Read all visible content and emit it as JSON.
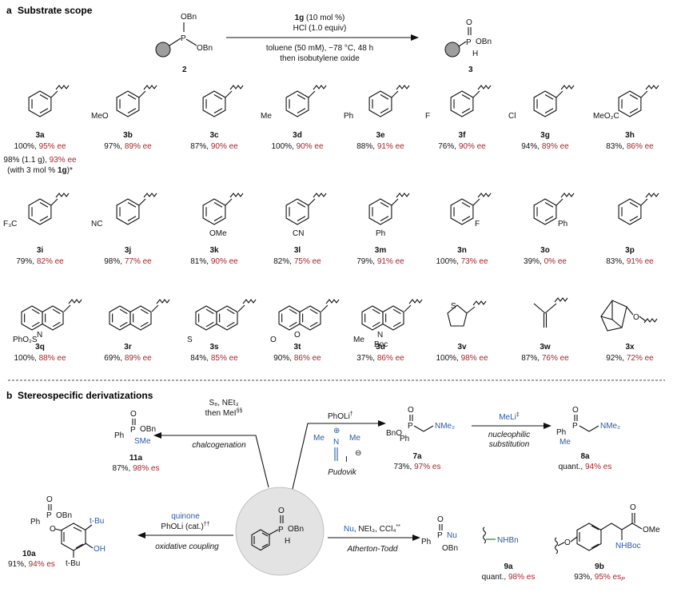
{
  "panel_a": {
    "letter": "a",
    "title": "Substrate scope",
    "reagent_top1": "1g",
    "reagent_top2": " (10 mol %)",
    "reagent_top3": "HCl (1.0 equiv)",
    "cond1": "toluene (50 mM), −78 °C, 48 h",
    "cond2": "then isobutylene oxide",
    "sm_label": "2",
    "prod_label": "3",
    "sm_obn1": "OBn",
    "sm_obn2": "OBn",
    "sm_p": "P",
    "prod_p": "P",
    "prod_o": "O",
    "prod_obn": "OBn",
    "prod_h": "H"
  },
  "row1": [
    {
      "id": "3a",
      "yield": "100%,",
      "ee": "95% ee",
      "sub": ""
    },
    {
      "id": "3b",
      "yield": "97%,",
      "ee": "89% ee",
      "sub": "MeO"
    },
    {
      "id": "3c",
      "yield": "87%,",
      "ee": "90% ee",
      "sub": ""
    },
    {
      "id": "3d",
      "yield": "100%,",
      "ee": "90% ee",
      "sub": "Me"
    },
    {
      "id": "3e",
      "yield": "88%,",
      "ee": "91% ee",
      "sub": "Ph"
    },
    {
      "id": "3f",
      "yield": "76%,",
      "ee": "90% ee",
      "sub": "F"
    },
    {
      "id": "3g",
      "yield": "94%,",
      "ee": "89% ee",
      "sub": "Cl"
    },
    {
      "id": "3h",
      "yield": "83%,",
      "ee": "86% ee",
      "sub": "MeO₂C"
    }
  ],
  "extra_3a": {
    "line1": "98% (1.1 g),",
    "line1_ee": "93% ee",
    "line2a": "(with 3 mol %",
    "line2b": "1g",
    "line2c": ")*"
  },
  "row2": [
    {
      "id": "3i",
      "yield": "79%,",
      "ee": "82% ee",
      "sub": "F₃C"
    },
    {
      "id": "3j",
      "yield": "98%,",
      "ee": "77% ee",
      "sub": "NC"
    },
    {
      "id": "3k",
      "yield": "81%,",
      "ee": "90% ee",
      "sub": "OMe"
    },
    {
      "id": "3l",
      "yield": "82%,",
      "ee": "75% ee",
      "sub": "CN"
    },
    {
      "id": "3m",
      "yield": "79%,",
      "ee": "91% ee",
      "sub": "Ph"
    },
    {
      "id": "3n",
      "yield": "100%,",
      "ee": "73% ee",
      "sub": "F"
    },
    {
      "id": "3o",
      "yield": "39%,",
      "ee": "0% ee",
      "sub": "Ph"
    },
    {
      "id": "3p",
      "yield": "83%,",
      "ee": "91% ee",
      "sub": ""
    }
  ],
  "row3": [
    {
      "id": "3q",
      "yield": "100%,",
      "ee": "88% ee",
      "sub": "PhO₂S",
      "sub2": "N"
    },
    {
      "id": "3r",
      "yield": "69%,",
      "ee": "89% ee",
      "sub": ""
    },
    {
      "id": "3s",
      "yield": "84%,",
      "ee": "85% ee",
      "sub": "S"
    },
    {
      "id": "3t",
      "yield": "90%,",
      "ee": "86% ee",
      "sub": "O",
      "sub2": "O"
    },
    {
      "id": "3u",
      "yield": "37%,",
      "ee": "86% ee",
      "sub": "Me",
      "sub2": "N",
      "sub3": "Boc"
    },
    {
      "id": "3v",
      "yield": "100%,",
      "ee": "98% ee",
      "sub": "S"
    },
    {
      "id": "3w",
      "yield": "87%,",
      "ee": "76% ee",
      "sub": ""
    },
    {
      "id": "3x",
      "yield": "92%,",
      "ee": "72% ee",
      "sub": "O"
    }
  ],
  "panel_b": {
    "letter": "b",
    "title": "Stereospecific derivatizations",
    "center": {
      "p": "P",
      "o": "O",
      "obn": "OBn",
      "h": "H"
    },
    "chalc": {
      "r1": "S₈, NEt₃",
      "r2": "then MeI",
      "r2sup": "§§",
      "label": "chalcogenation"
    },
    "c11a": {
      "id": "11a",
      "yield": "87%,",
      "es": "98% es",
      "ph": "Ph",
      "p": "P",
      "o": "O",
      "obn": "OBn",
      "sme": "SMe"
    },
    "pudovik": {
      "r1": "PhOLi",
      "r1sup": "†",
      "label": "Pudovik",
      "me1": "Me",
      "me2": "Me",
      "n": "N",
      "plus": "⊕",
      "minus": "⊖",
      "i": "I"
    },
    "c7a": {
      "id": "7a",
      "yield": "73%,",
      "es": "97% es",
      "bno": "BnO",
      "p": "P",
      "o": "O",
      "ph": "Ph",
      "nme2": "NMe₂"
    },
    "nuc": {
      "r1": "MeLi",
      "r1sup": "‡",
      "l1": "nucleophilic",
      "l2": "substitution"
    },
    "c8a": {
      "id": "8a",
      "yield": "quant.,",
      "es": "94% es",
      "ph": "Ph",
      "p": "P",
      "o": "O",
      "me": "Me",
      "nme2": "NMe₂"
    },
    "oxc": {
      "r1": "quinone",
      "r2": "PhOLi (cat.)",
      "r2sup": "††",
      "label": "oxidative coupling"
    },
    "c10a": {
      "id": "10a",
      "yield": "91%,",
      "es": "94% es",
      "ph": "Ph",
      "p": "P",
      "o": "O",
      "obn": "OBn",
      "o2": "O",
      "tbu1": "t-Bu",
      "tbu2": "t-Bu",
      "oh": "OH"
    },
    "at": {
      "r1a": "Nu",
      "r1b": ", NEt₃, CCl₄",
      "r1sup": "**",
      "label": "Atherton-Todd",
      "ph": "Ph",
      "p": "P",
      "o": "O",
      "nu": "Nu",
      "obn": "OBn"
    },
    "c9a": {
      "id": "9a",
      "yield": "quant.,",
      "es": "98% es",
      "nhbn": "NHBn"
    },
    "c9b": {
      "id": "9b",
      "yield": "93%,",
      "es": "95% es",
      "esp": "P",
      "o": "O",
      "nhboc": "NHBoc",
      "ome": "OMe",
      "oc": "O"
    }
  },
  "colors": {
    "red": "#a4262c",
    "blue": "#2b5aa0",
    "grey": "#9e9e9e"
  }
}
